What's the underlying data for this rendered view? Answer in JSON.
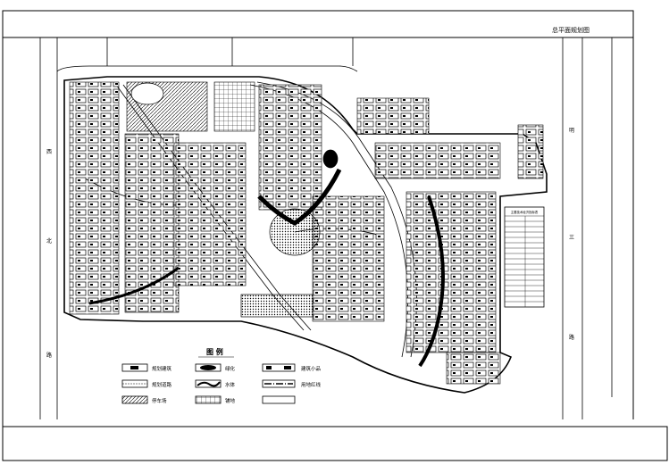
{
  "sheet": {
    "title": "总平面规划图"
  },
  "roads": {
    "left_chars": [
      "西",
      "北",
      "路"
    ],
    "right_chars": [
      "明",
      "三",
      "路"
    ]
  },
  "legend": {
    "title": "图 例",
    "items": [
      {
        "label": "规划建筑",
        "icon": "building-swatch-icon"
      },
      {
        "label": "绿化",
        "icon": "greenery-swatch-icon"
      },
      {
        "label": "建筑小品",
        "icon": "landscape-feature-swatch-icon"
      },
      {
        "label": "规划道路",
        "icon": "road-swatch-icon"
      },
      {
        "label": "水体",
        "icon": "water-swatch-icon"
      },
      {
        "label": "用地红线",
        "icon": "boundary-line-swatch-icon"
      },
      {
        "label": "停车场",
        "icon": "parking-swatch-icon"
      },
      {
        "label": "铺地",
        "icon": "paving-swatch-icon"
      }
    ]
  },
  "indicator_table": {
    "title": "主要技术经济指标表"
  }
}
